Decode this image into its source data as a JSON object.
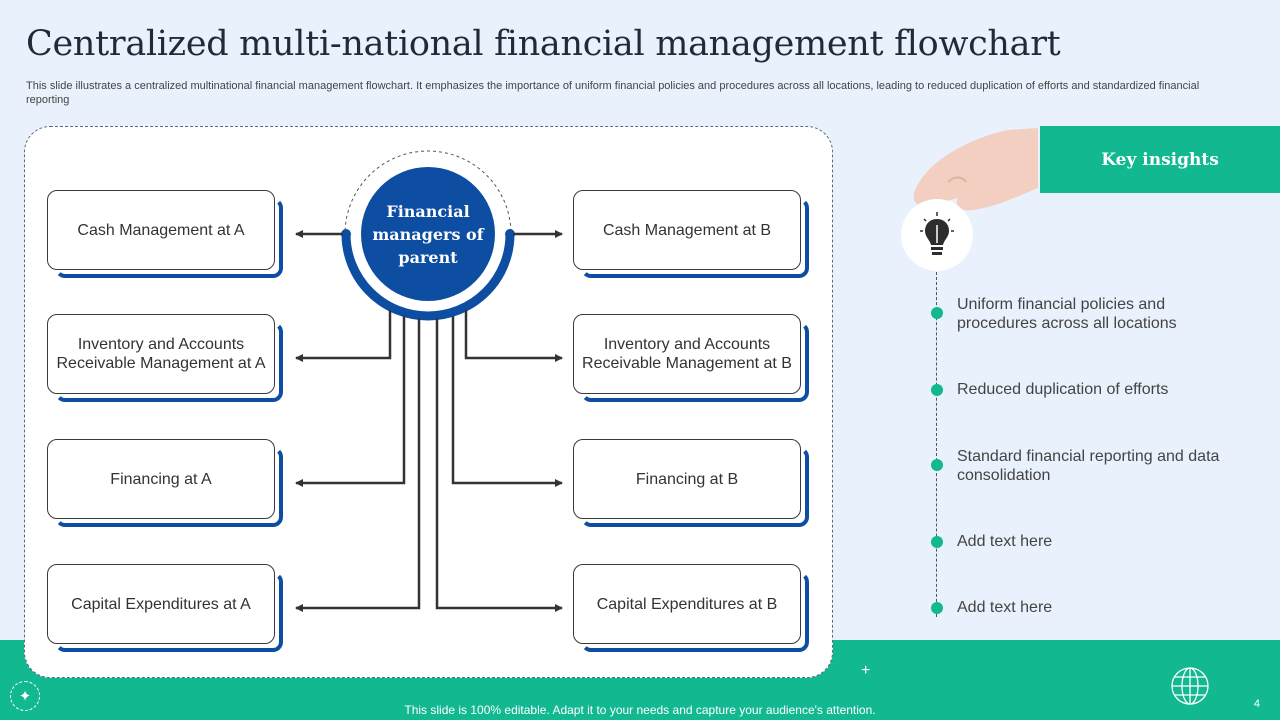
{
  "title": "Centralized multi-national financial management flowchart",
  "subtitle": "This slide illustrates a centralized multinational financial management flowchart. It emphasizes the importance of uniform financial policies and procedures across all locations, leading to reduced duplication of efforts and standardized financial reporting",
  "center": {
    "label": "Financial managers of parent"
  },
  "left_boxes": [
    "Cash Management at A",
    "Inventory and Accounts Receivable Management at A",
    "Financing at A",
    "Capital Expenditures at A"
  ],
  "right_boxes": [
    "Cash Management at B",
    "Inventory and Accounts Receivable Management at B",
    "Financing at B",
    "Capital Expenditures at B"
  ],
  "insights": {
    "header": "Key insights",
    "items": [
      "Uniform financial policies and procedures across all locations",
      "Reduced duplication of efforts",
      "Standard  financial reporting and data consolidation",
      "Add text here",
      "Add text here"
    ]
  },
  "footer": {
    "text": "This slide is 100% editable. Adapt it to your needs and capture your audience's attention.",
    "page_number": "4"
  },
  "colors": {
    "accent_blue": "#0d4ea3",
    "accent_green": "#12b88f",
    "background": "#e8f1fc"
  },
  "icons": [
    "hand-icon",
    "lightbulb-icon",
    "globe-icon",
    "sparkle-icon"
  ]
}
